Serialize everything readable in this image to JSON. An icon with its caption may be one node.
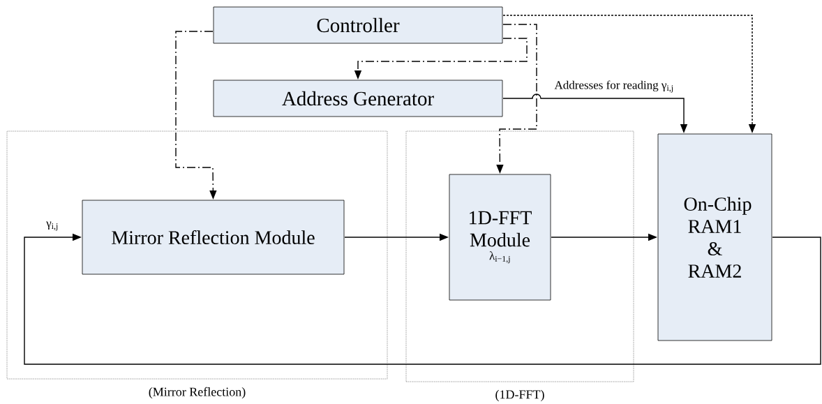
{
  "diagram": {
    "nodes": [
      {
        "text": [
          "Controller"
        ]
      },
      {
        "text": [
          "Address Generator"
        ]
      },
      {
        "text": [
          "(Mirror Reflection)"
        ]
      },
      {
        "text": [
          "Mirror Reflection Module"
        ],
        "in": 2
      },
      {
        "text": [
          "(1D-FFT)"
        ]
      },
      {
        "text": [
          "1D-FFT Module",
          "λ$_{i−1,j}$"
        ],
        "in": 4
      },
      {
        "text": [
          "On-Chip RAM1 & RAM2"
        ]
      }
    ],
    "edges": [
      {
        "from": 0,
        "to": 3,
        "arrow": "to",
        "style": "dashed"
      },
      {
        "from": 0,
        "to": 1,
        "arrow": "to",
        "style": "dashed"
      },
      {
        "from": 0,
        "to": 5,
        "arrow": "to",
        "style": "dashed"
      },
      {
        "from": 0,
        "to": 6,
        "arrow": "to",
        "style": "dashed"
      },
      {
        "from": 1,
        "to": 6,
        "arrow": "to",
        "label": "Addresses for reading γ$_{i,j}$"
      },
      {
        "from": 3,
        "to": 5,
        "arrow": "to"
      },
      {
        "from": 5,
        "to": 6,
        "arrow": "to"
      },
      {
        "from": 6,
        "to": 3,
        "arrow": "to",
        "label": "γ$_{i,j}$"
      }
    ]
  }
}
